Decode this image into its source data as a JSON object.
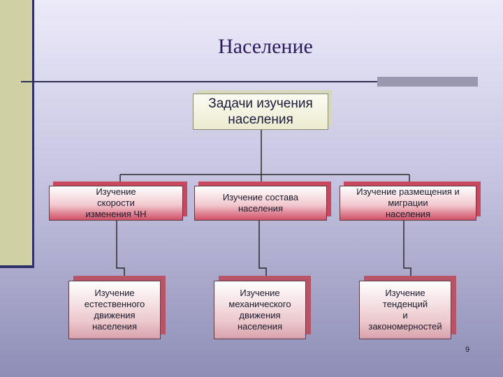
{
  "slide": {
    "title": "Население",
    "page_number": "9"
  },
  "diagram": {
    "root": {
      "line1": "Задачи изучения",
      "line2": "населения"
    },
    "level2": [
      {
        "lines": [
          "Изучение",
          "скорости",
          "изменения ЧН"
        ]
      },
      {
        "lines": [
          "Изучение состава",
          "населения"
        ]
      },
      {
        "lines": [
          "Изучение размещения и",
          "миграции",
          "населения"
        ]
      }
    ],
    "level3": [
      {
        "lines": [
          "Изучение",
          "естественного",
          "движения",
          "населения"
        ]
      },
      {
        "lines": [
          "Изучение",
          "механического",
          "движения",
          "населения"
        ]
      },
      {
        "lines": [
          "Изучение",
          "тенденций",
          "и",
          "закономерностей"
        ]
      }
    ]
  },
  "colors": {
    "title": "#2c1a5e",
    "box_accent": "#d14f66",
    "connector": "#2a2a2a"
  }
}
